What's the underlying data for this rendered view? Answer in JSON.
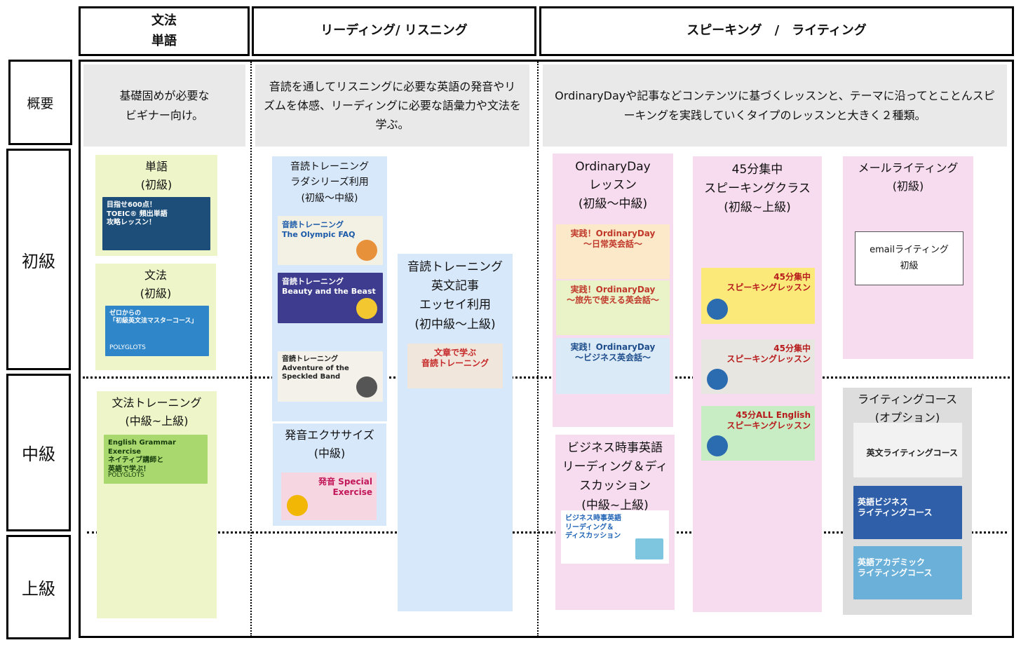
{
  "headers": {
    "grammar_vocab": "文法\n単語",
    "reading_listening": "リーディング/ リスニング",
    "speaking_writing": "スピーキング　/　ライティング"
  },
  "levels": {
    "overview": "概要",
    "beginner": "初級",
    "intermediate": "中級",
    "advanced": "上級"
  },
  "overview": {
    "grammar_vocab": "基礎固めが必要な\nビギナー向け。",
    "reading_listening": "音読を通してリスニングに必要な英語の発音やリズムを体感、リーディングに必要な語彙力や文法を学ぶ。",
    "speaking_writing": "OrdinaryDayや記事などコンテンツに基づくレッスンと、テーマに沿ってとことんスピーキングを実践していくタイプのレッスンと大きく２種類。"
  },
  "courses": {
    "vocab": {
      "title": "単語\n(初級)",
      "thumb": "目指せ600点！\nTOEIC® 頻出単語\n攻略レッスン！"
    },
    "grammar": {
      "title": "文法\n(初級)",
      "thumb": "ゼロからの\n「初級英文法マスターコース」",
      "brand": "POLYGLOTS"
    },
    "grammar_training": {
      "title": "文法トレーニング\n(中級~上級)",
      "thumb": "English Grammar Exercise\nネイティブ講師と\n英語で学ぶ！",
      "brand": "POLYGLOTS"
    },
    "ondoku_ladder": {
      "title": "音読トレーニング\nラダシリーズ利用\n(初級〜中級)",
      "thumbs": [
        {
          "text": "音読トレーニング\nThe Olympic FAQ"
        },
        {
          "text": "音読トレーニング\nBeauty and the Beast"
        },
        {
          "text": "音読トレーニング\nAdventure of the Speckled Band"
        }
      ]
    },
    "pronunciation": {
      "title": "発音エクササイズ\n(中級)",
      "thumb": "発音 Special Exercise"
    },
    "ondoku_essay": {
      "title": "音読トレーニング\n英文記事\nエッセイ利用\n(初中級〜上級)",
      "thumb": "文章で学ぶ\n音読トレーニング"
    },
    "ordinaryday": {
      "title": "OrdinaryDay\nレッスン\n(初級〜中級)",
      "thumbs": [
        {
          "text": "実践！OrdinaryDay\n〜日常英会話〜"
        },
        {
          "text": "実践！OrdinaryDay\n〜旅先で使える英会話〜"
        },
        {
          "text": "実践！OrdinaryDay\n〜ビジネス英会話〜"
        }
      ]
    },
    "business_news": {
      "title": "ビジネス時事英語\nリーディング＆ディ\nスカッション\n(中級~上級)",
      "thumb": "ビジネス時事英語\nリーディング＆\nディスカッション"
    },
    "speaking45": {
      "title": "45分集中\nスピーキングクラス\n(初級~上級)",
      "thumbs": [
        {
          "text": "45分集中\nスピーキングレッスン"
        },
        {
          "text": "45分集中\nスピーキングレッスン"
        },
        {
          "text": "45分ALL English\nスピーキングレッスン"
        }
      ]
    },
    "mail_writing": {
      "title": "メールライティング\n(初級)",
      "box": "emailライティング\n初級"
    },
    "writing_course": {
      "title": "ライティングコース\n(オプション)",
      "thumbs": [
        {
          "text": "英文ライティングコース"
        },
        {
          "text": "英語ビジネス\nライティングコース"
        },
        {
          "text": "英語アカデミック\nライティングコース"
        }
      ]
    }
  },
  "colors": {
    "green": "#eef5c8",
    "blue": "#d8e8fb",
    "pink": "#f7dbee",
    "gray": "#dddddd",
    "overview": "#e9e9e9"
  }
}
